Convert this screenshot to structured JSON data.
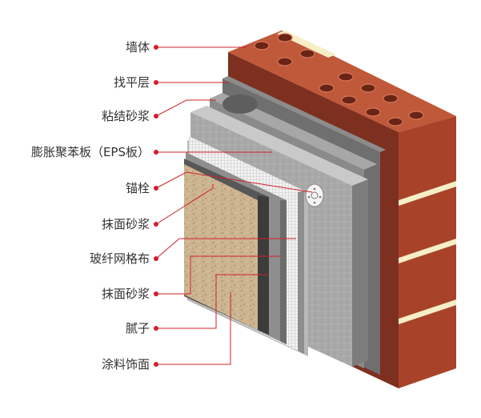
{
  "labels": [
    {
      "key": "wall",
      "text": "墙体"
    },
    {
      "key": "leveling",
      "text": "找平层"
    },
    {
      "key": "bonding",
      "text": "粘结砂浆"
    },
    {
      "key": "eps",
      "text": "膨胀聚苯板（EPS板）"
    },
    {
      "key": "anchor",
      "text": "锚栓"
    },
    {
      "key": "plaster1",
      "text": "抹面砂浆"
    },
    {
      "key": "mesh",
      "text": "玻纤网格布"
    },
    {
      "key": "plaster2",
      "text": "抹面砂浆"
    },
    {
      "key": "putty",
      "text": "腻子"
    },
    {
      "key": "finish",
      "text": "涂料饰面"
    }
  ],
  "colors": {
    "leader": "#d0202a",
    "text": "#333333",
    "brick": "#a8432a",
    "mortar_joint": "#f6eec6"
  }
}
